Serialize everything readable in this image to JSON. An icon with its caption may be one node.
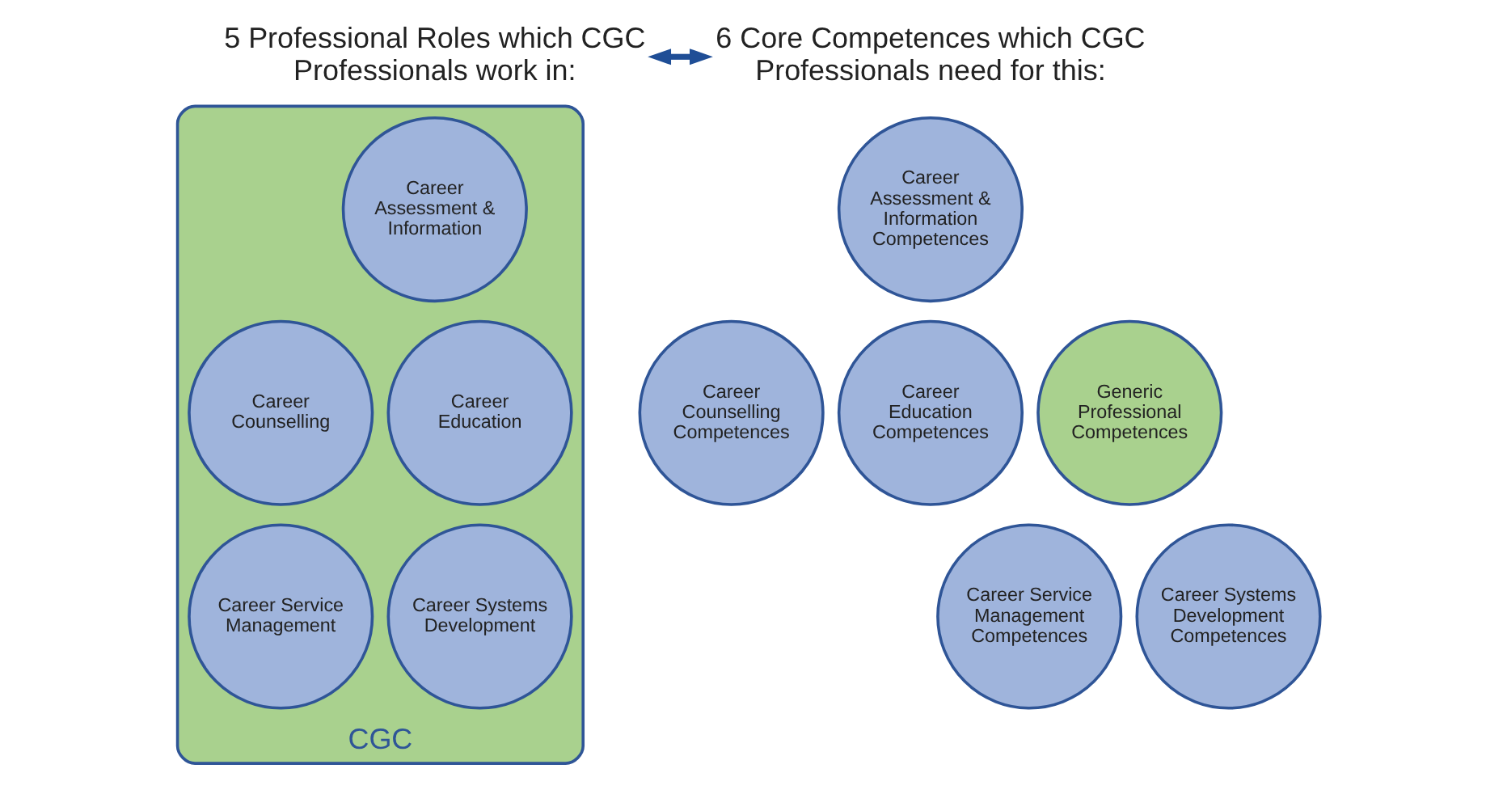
{
  "diagram": {
    "nodes": [
      {
        "text": [
          "5 Professional Roles which CGC Professionals work in:"
        ]
      },
      {
        "text": [
          "6 Core Competences which CGC Professionals need for this:"
        ]
      },
      {
        "text": [
          "CGC"
        ]
      },
      {
        "text": [
          "Career Assessment & Information"
        ],
        "in": 2
      },
      {
        "text": [
          "Career Counselling"
        ],
        "in": 2
      },
      {
        "text": [
          "Career Education"
        ],
        "in": 2
      },
      {
        "text": [
          "Career Service Management"
        ],
        "in": 2
      },
      {
        "text": [
          "Career Systems Development"
        ],
        "in": 2
      },
      {
        "text": [
          "Career Assessment & Information Competences"
        ]
      },
      {
        "text": [
          "Career Counselling Competences"
        ]
      },
      {
        "text": [
          "Career Education Competences"
        ]
      },
      {
        "text": [
          "Generic Professional Competences"
        ]
      },
      {
        "text": [
          "Career Service Management Competences"
        ]
      },
      {
        "text": [
          "Career Systems Development Competences"
        ]
      }
    ],
    "edges": [
      {
        "from": 0,
        "to": 1,
        "arrow": "both"
      }
    ]
  }
}
